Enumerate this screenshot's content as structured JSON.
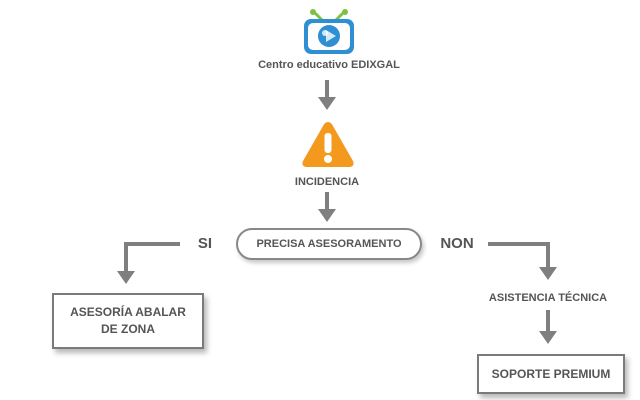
{
  "nodes": {
    "center": {
      "label": "Centro educativo EDIXGAL",
      "icon": "edixgal-logo-icon"
    },
    "incident": {
      "label": "INCIDENCIA",
      "icon": "warning-icon"
    },
    "decision": {
      "label": "PRECISA ASESORAMENTO"
    },
    "zone_advice": {
      "line1": "ASESORÍA ABALAR",
      "line2": "DE ZONA"
    },
    "tech_support": {
      "label": "ASISTENCIA TÉCNICA"
    },
    "premium": {
      "label": "SOPORTE PREMIUM"
    }
  },
  "branches": {
    "yes": "SI",
    "no": "NON"
  },
  "colors": {
    "line": "#7f7f7f",
    "text": "#555555",
    "warning": "#f39a1e",
    "logo": "#2e8fd2"
  }
}
